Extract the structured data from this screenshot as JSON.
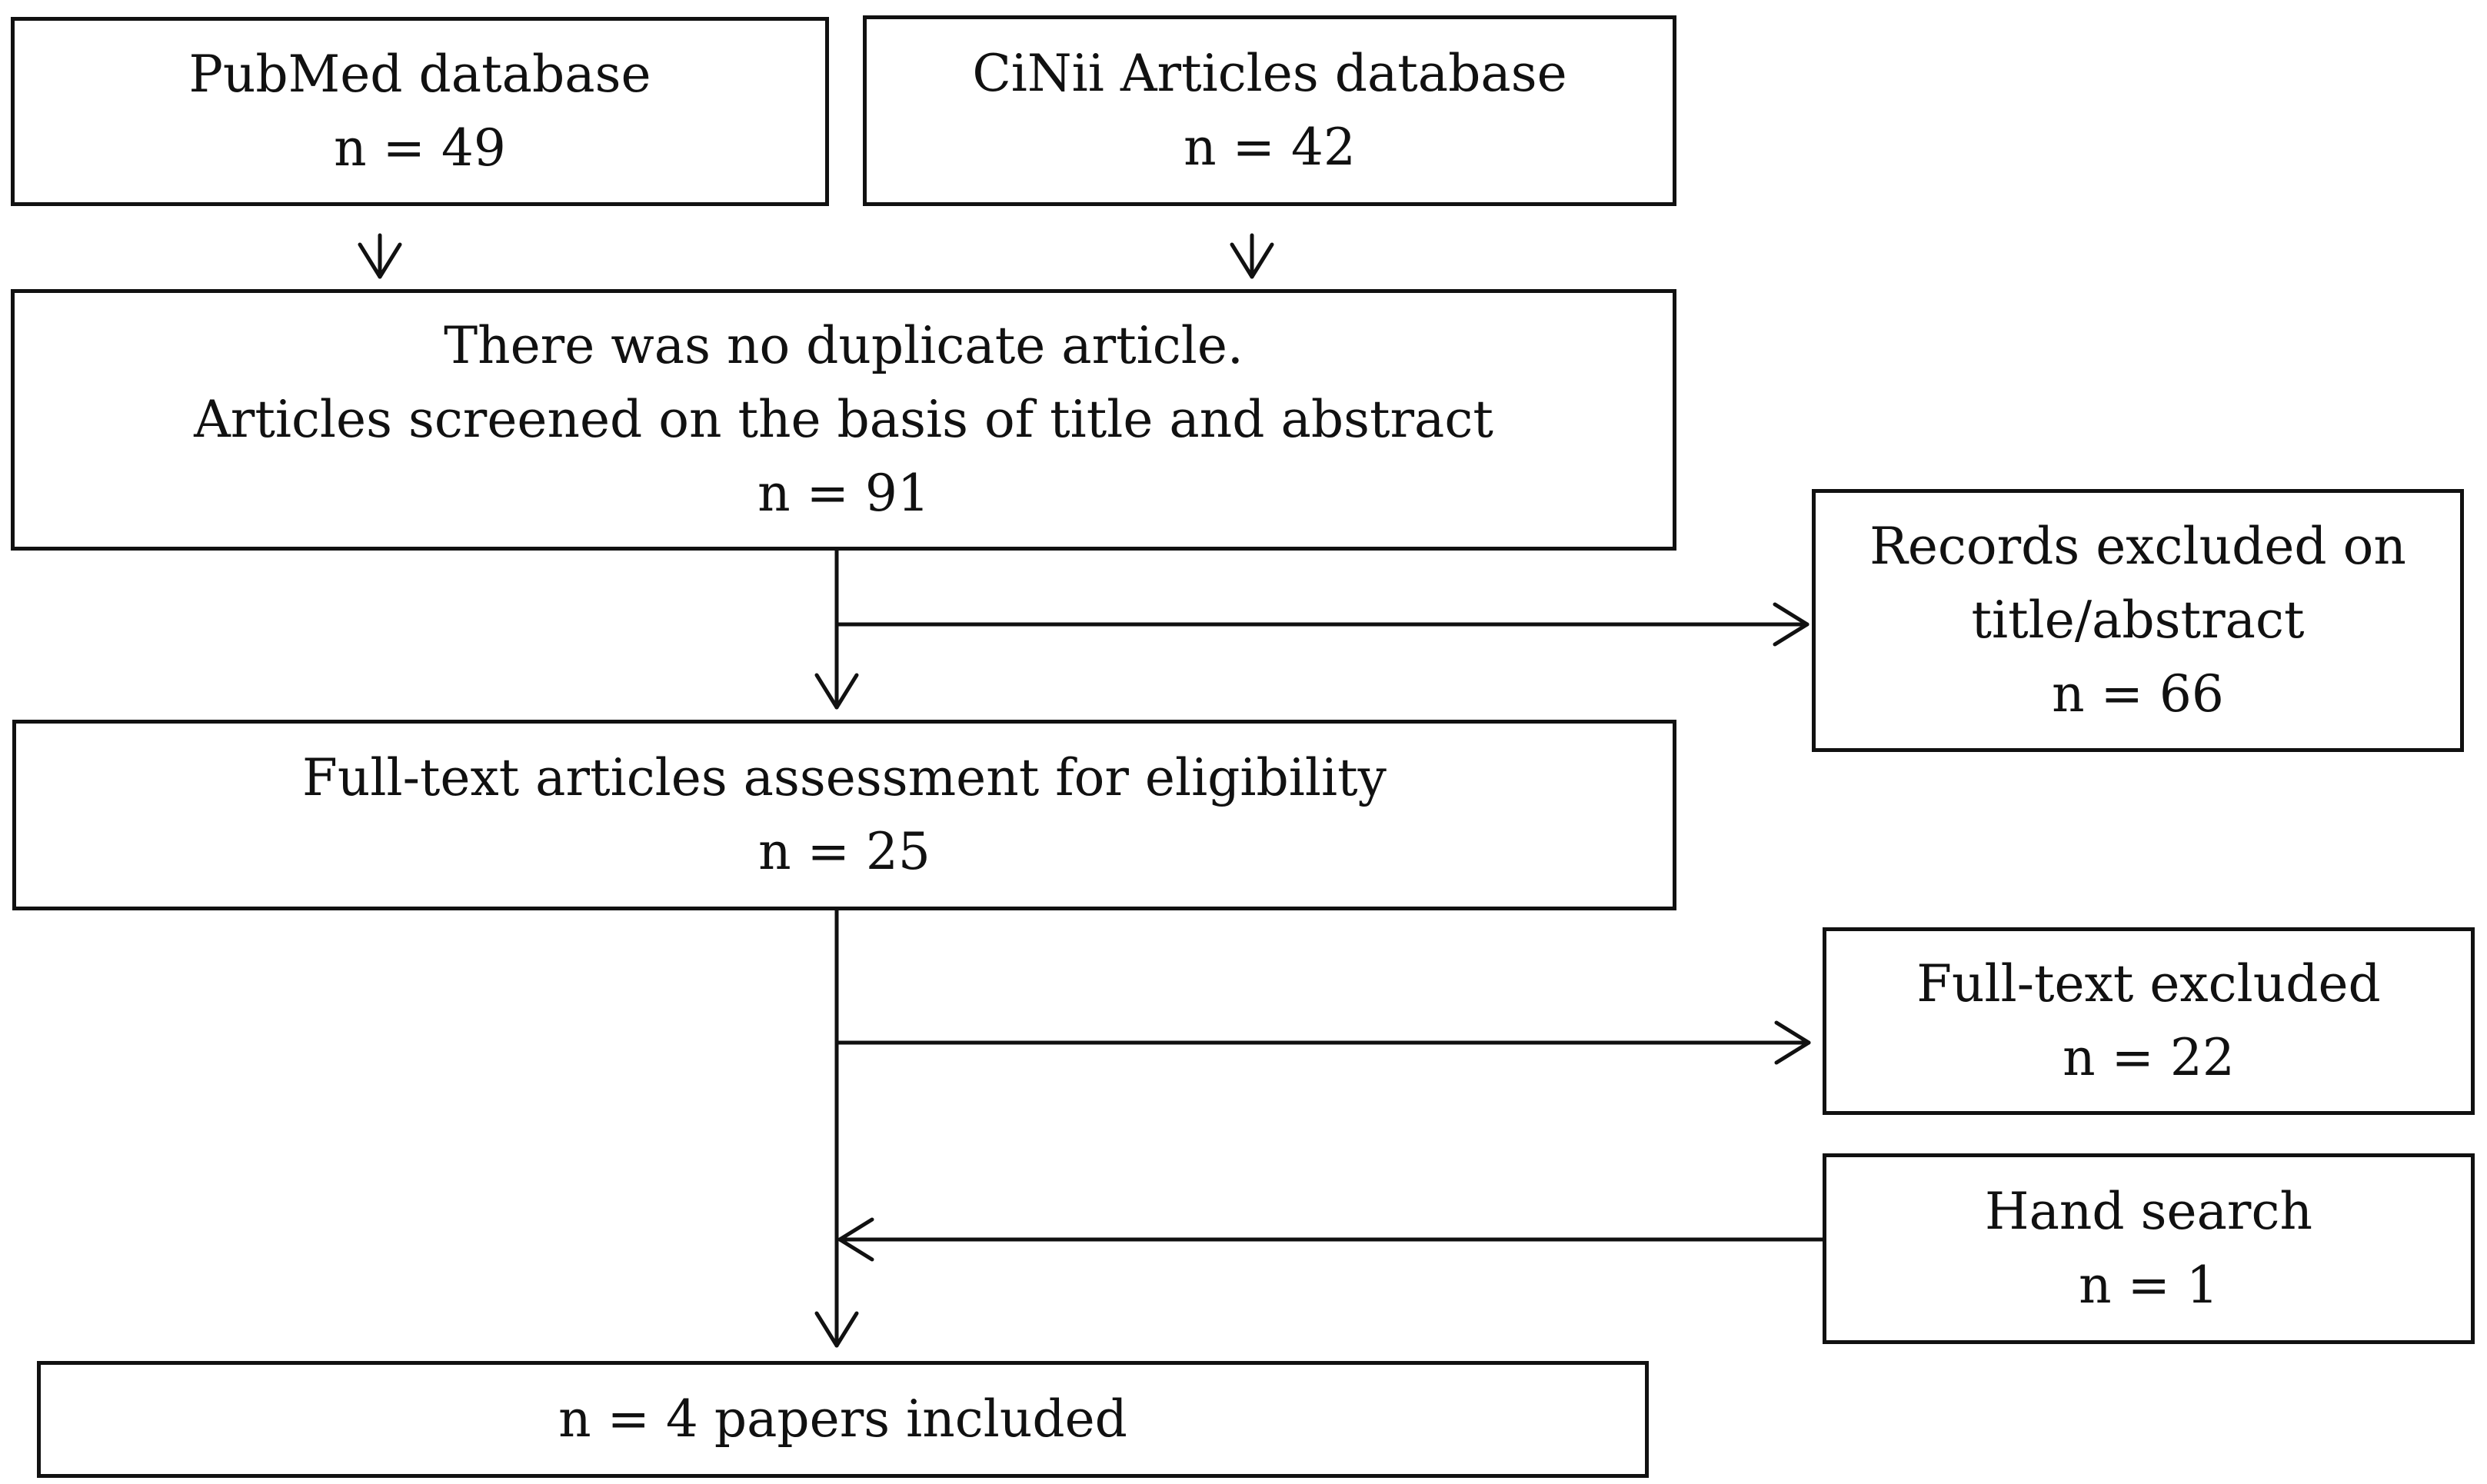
{
  "diagram": {
    "nodes": {
      "pubmed": {
        "line1": "PubMed database",
        "line2": "n = 49"
      },
      "cinii": {
        "line1": "CiNii Articles database",
        "line2": "n = 42"
      },
      "screened": {
        "line1": "There was no duplicate article.",
        "line2": "Articles screened on the basis of title and abstract",
        "line3": "n = 91"
      },
      "excluded_title_abstract": {
        "line1": "Records excluded on",
        "line2": "title/abstract",
        "line3": "n = 66"
      },
      "fulltext_assessment": {
        "line1": "Full-text articles assessment for eligibility",
        "line2": "n = 25"
      },
      "fulltext_excluded": {
        "line1": "Full-text excluded",
        "line2": "n = 22"
      },
      "hand_search": {
        "line1": "Hand search",
        "line2": "n = 1"
      },
      "included": {
        "line1": "n = 4 papers included"
      }
    },
    "edges": [
      {
        "from": "pubmed",
        "to": "screened"
      },
      {
        "from": "cinii",
        "to": "screened"
      },
      {
        "from": "screened",
        "to": "excluded_title_abstract"
      },
      {
        "from": "screened",
        "to": "fulltext_assessment"
      },
      {
        "from": "fulltext_assessment",
        "to": "fulltext_excluded"
      },
      {
        "from": "hand_search",
        "to": "included"
      },
      {
        "from": "fulltext_assessment",
        "to": "included"
      }
    ],
    "colors": {
      "line": "#111111",
      "background": "#ffffff"
    }
  }
}
